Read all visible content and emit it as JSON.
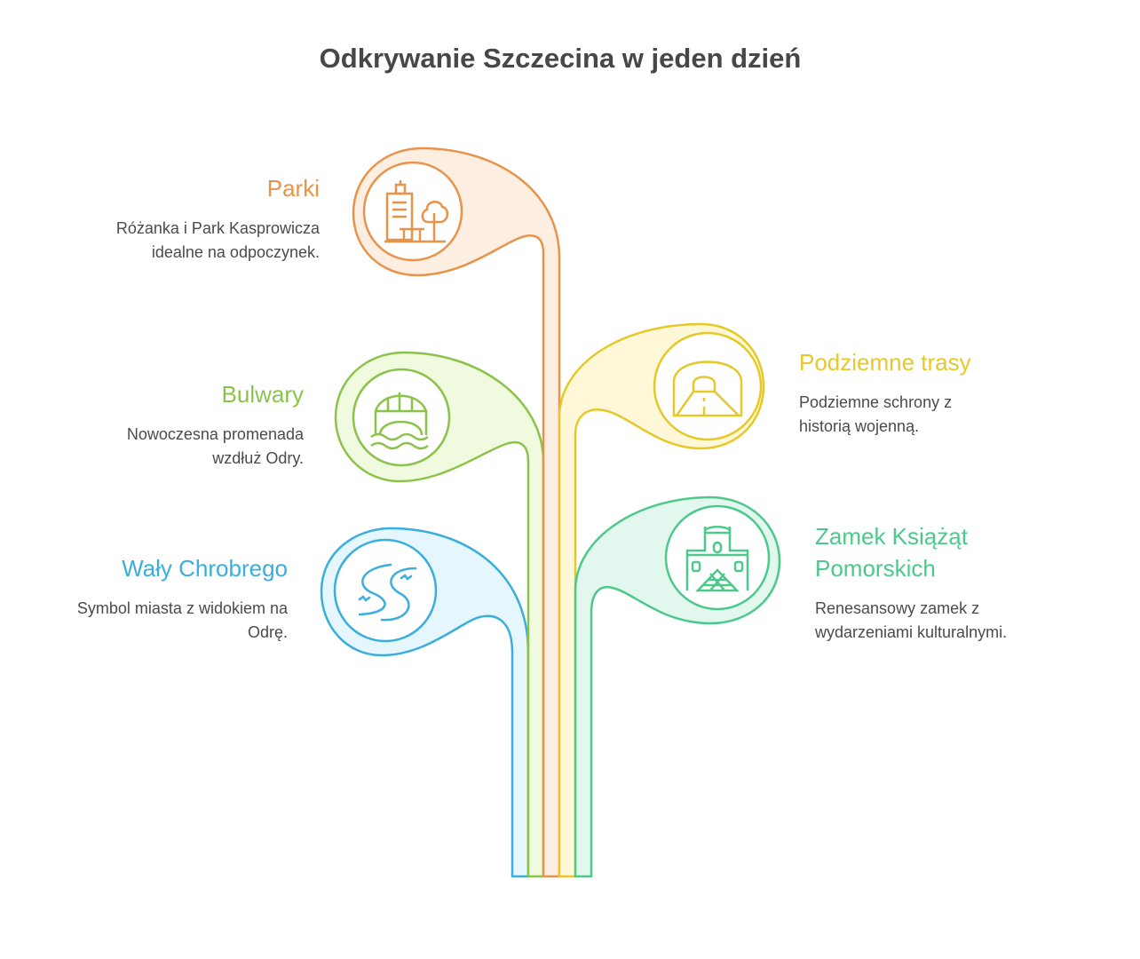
{
  "title": "Odkrywanie Szczecina w jeden dzień",
  "colors": {
    "orange": "#E8934A",
    "green": "#8BC34A",
    "blue": "#3AAEDC",
    "yellow": "#E5C928",
    "teal": "#4CC98A"
  },
  "items": [
    {
      "id": "parki",
      "heading": "Parki",
      "description": "Różanka i Park Kasprowicza idealne na odpoczynek.",
      "icon": "city-park-icon",
      "color": "#E8934A",
      "side": "left"
    },
    {
      "id": "bulwary",
      "heading": "Bulwary",
      "description": "Nowoczesna promenada wzdłuż Odry.",
      "icon": "bridge-river-icon",
      "color": "#8BC34A",
      "side": "left"
    },
    {
      "id": "waly",
      "heading": "Wały Chrobrego",
      "description": "Symbol miasta z widokiem na Odrę.",
      "icon": "river-icon",
      "color": "#3AAEDC",
      "side": "left"
    },
    {
      "id": "podziemne",
      "heading": "Podziemne trasy",
      "description": "Podziemne schrony z historią wojenną.",
      "icon": "tunnel-icon",
      "color": "#E5C928",
      "side": "right"
    },
    {
      "id": "zamek",
      "heading": "Zamek Książąt Pomorskich",
      "description": "Renesansowy zamek z wydarzeniami kulturalnymi.",
      "icon": "castle-icon",
      "color": "#4CC98A",
      "side": "right"
    }
  ]
}
